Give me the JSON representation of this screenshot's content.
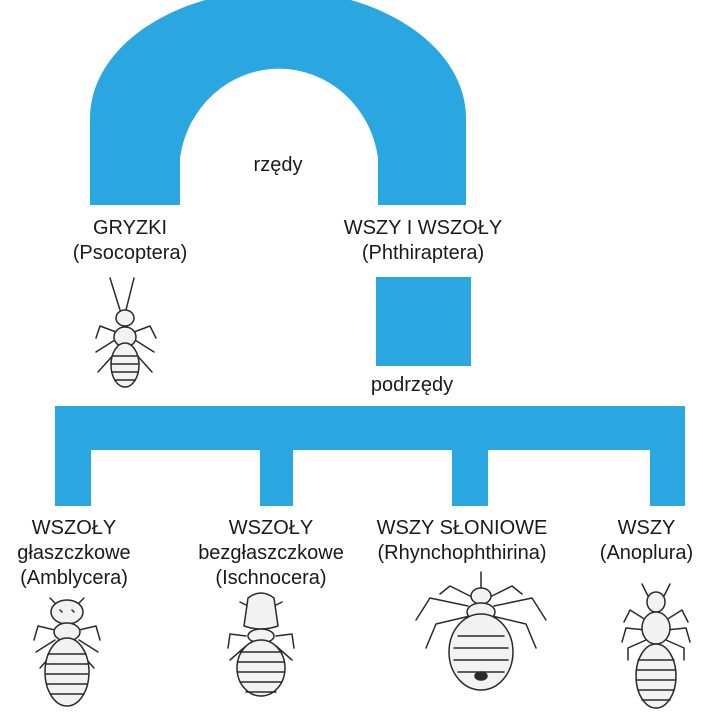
{
  "colors": {
    "tree": "#2aa6e0",
    "ink": "#2a2a2a",
    "body_fill": "#f2f2f2"
  },
  "arch_label": "rzędy",
  "sub_label": "podrzędy",
  "orders": [
    {
      "name": "GRYZKI",
      "latin": "(Psocoptera)"
    },
    {
      "name": "WSZY I WSZOŁY",
      "latin": "(Phthiraptera)"
    }
  ],
  "suborders": [
    {
      "line1": "WSZOŁY",
      "line2": "głaszczkowe",
      "line3": "(Amblycera)"
    },
    {
      "line1": "WSZOŁY",
      "line2": "bezgłaszczkowe",
      "line3": "(Ischnocera)"
    },
    {
      "line1": "WSZY SŁONIOWE",
      "line2": "(Rhynchophthirina)"
    },
    {
      "line1": "WSZY",
      "line2": "(Anoplura)"
    }
  ],
  "icons": [
    "booklouse-icon",
    "amblycera-louse-icon",
    "ischnocera-louse-icon",
    "elephant-louse-icon",
    "sucking-louse-icon"
  ]
}
